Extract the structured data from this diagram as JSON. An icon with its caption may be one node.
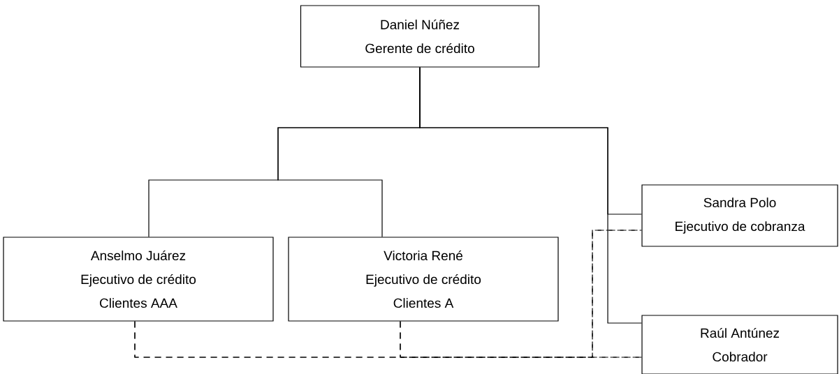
{
  "diagram": {
    "nodes": [
      {
        "text": [
          "Daniel Núñez",
          "Gerente de crédito"
        ]
      },
      {
        "text": [
          "Anselmo Juárez",
          "Ejecutivo de crédito",
          "Clientes AAA"
        ]
      },
      {
        "text": [
          "Victoria René",
          "Ejecutivo de crédito",
          "Clientes A"
        ]
      },
      {
        "text": [
          "Sandra Polo",
          "Ejecutivo de cobranza"
        ]
      },
      {
        "text": [
          "Raúl Antúnez",
          "Cobrador"
        ]
      }
    ],
    "edges": [
      {
        "from": 0,
        "to": 1,
        "arrow": "none"
      },
      {
        "from": 0,
        "to": 2,
        "arrow": "none"
      },
      {
        "from": 0,
        "to": 3,
        "arrow": "none"
      },
      {
        "from": 0,
        "to": 4,
        "arrow": "none"
      },
      {
        "from": 1,
        "to": 3,
        "arrow": "none",
        "style": "dashed"
      },
      {
        "from": 2,
        "to": 3,
        "arrow": "none",
        "style": "dashed"
      },
      {
        "from": 1,
        "to": 4,
        "arrow": "none",
        "style": "dashed"
      },
      {
        "from": 2,
        "to": 4,
        "arrow": "none",
        "style": "dashed"
      }
    ]
  }
}
